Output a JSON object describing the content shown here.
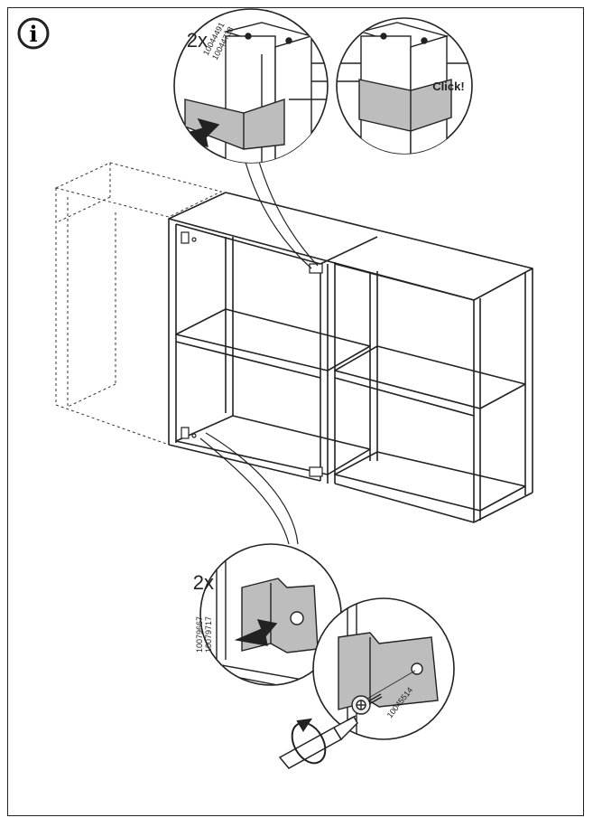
{
  "info_icon": {
    "glyph": "i",
    "icon": "info-circle-icon"
  },
  "top_detail": {
    "quantity": "2x",
    "part_numbers": [
      "10044491",
      "10044738"
    ],
    "click_label": "Click!"
  },
  "bottom_detail": {
    "quantity": "2x",
    "part_numbers": [
      "10079667",
      "10079717"
    ],
    "screw_part_number": "10045514"
  },
  "colors": {
    "line": "#222222",
    "part_fill": "#bdbdbd",
    "background": "#ffffff"
  }
}
